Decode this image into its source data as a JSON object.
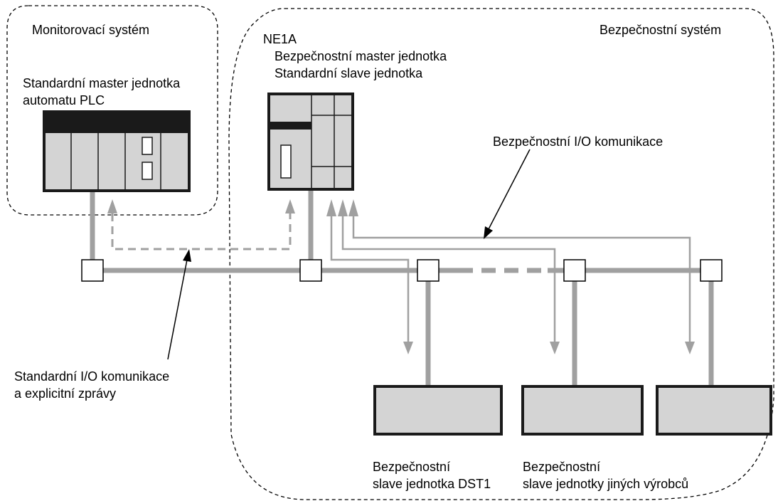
{
  "monitoring_system": {
    "title": "Monitorovací systém",
    "plc_label_line1": "Standardní master jednotka",
    "plc_label_line2": "automatu PLC"
  },
  "safety_system": {
    "title": "Bezpečnostní systém",
    "ne1a_name": "NE1A",
    "ne1a_role1": "Bezpečnostní master jednotka",
    "ne1a_role2": "Standardní slave jednotka"
  },
  "annotations": {
    "safety_io": "Bezpečnostní I/O komunikace",
    "standard_io_line1": "Standardní I/O komunikace",
    "standard_io_line2": "a explicitní zprávy"
  },
  "slaves": {
    "dst1_line1": "Bezpečnostní",
    "dst1_line2": "slave jednotka DST1",
    "other_line1": "Bezpečnostní",
    "other_line2": "slave jednotky jiných výrobců"
  },
  "colors": {
    "bus": "#a0a0a0",
    "dashed_border": "#000000",
    "unit_fill": "#d4d4d4",
    "unit_dark": "#1a1a1a"
  }
}
